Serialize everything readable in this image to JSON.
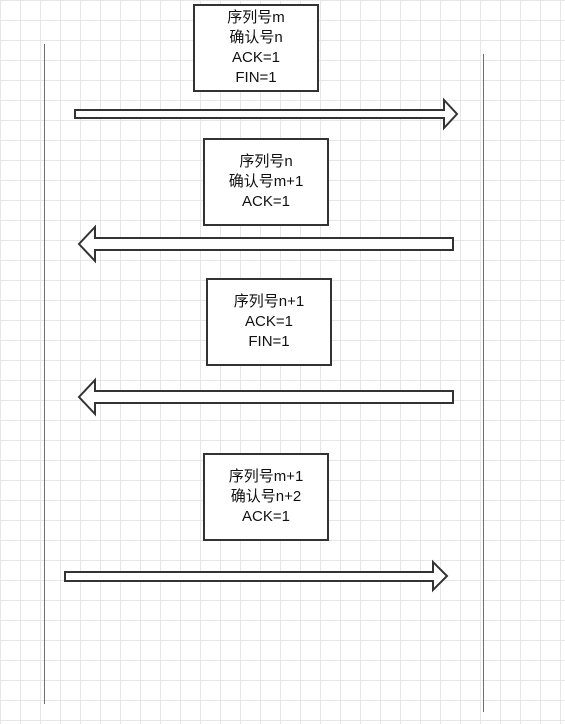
{
  "messages": [
    {
      "direction": "right",
      "lines": [
        "序列号m",
        "确认号n",
        "ACK=1",
        "FIN=1"
      ]
    },
    {
      "direction": "left",
      "lines": [
        "序列号n",
        "确认号m+1",
        "ACK=1"
      ]
    },
    {
      "direction": "left",
      "lines": [
        "序列号n+1",
        "ACK=1",
        "FIN=1"
      ]
    },
    {
      "direction": "right",
      "lines": [
        "序列号m+1",
        "确认号n+2",
        "ACK=1"
      ]
    }
  ],
  "colors": {
    "background": "#ffffff",
    "grid": "#e6e6e6",
    "lifeline": "#6f6f6f",
    "stroke": "#333333",
    "text": "#111111"
  }
}
